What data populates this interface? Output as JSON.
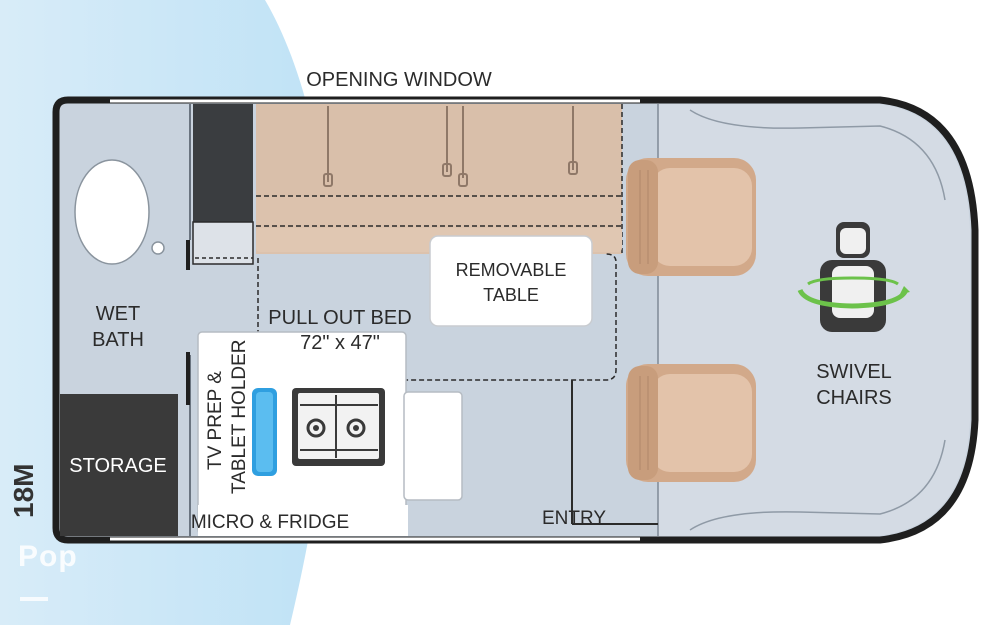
{
  "labels": {
    "opening_window": "OPENING WINDOW",
    "wet_bath_line1": "WET",
    "wet_bath_line2": "BATH",
    "storage": "STORAGE",
    "pull_out_bed_line1": "PULL OUT BED",
    "pull_out_bed_line2": "72\" x 47\"",
    "removable_table_line1": "REMOVABLE",
    "removable_table_line2": "TABLE",
    "tv_prep_line1": "TV PREP &",
    "tv_prep_line2": "TABLET HOLDER",
    "micro_fridge": "MICRO & FRIDGE",
    "entry": "ENTRY",
    "swivel_chairs_line1": "SWIVEL",
    "swivel_chairs_line2": "CHAIRS"
  },
  "model": "18M",
  "watermark": "Pop",
  "colors": {
    "floor": "#c9d3de",
    "cab": "#d4dbe4",
    "wall": "#1f1f1f",
    "bench": "#d9bfaa",
    "seat": "#d2a98a",
    "storage": "#3a3a3a",
    "swivel_ring": "#6cc24a",
    "accent_blue": "#2f9fe0"
  },
  "icons": {
    "toilet": "toilet-icon",
    "driver_seat": "driver-seat-icon",
    "swivel_arrow": "swivel-ring-icon",
    "cooktop": "cooktop-icon",
    "tablet": "tablet-icon"
  }
}
